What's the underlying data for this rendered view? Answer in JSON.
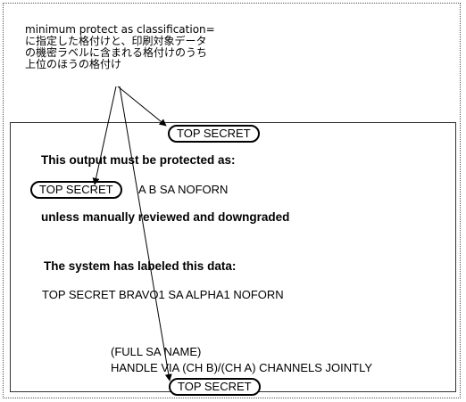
{
  "annotation": {
    "lines": [
      "minimum protect as classification=",
      "に指定した格付けと、印刷対象データ",
      "の機密ラベルに含まれる格付けのうち",
      "上位のほうの格付け"
    ]
  },
  "banner": {
    "top_label": "TOP SECRET",
    "bottom_label": "TOP SECRET"
  },
  "body": {
    "protect_heading": "This output must be protected as:",
    "protect_level": "TOP SECRET",
    "protect_caveats": "A B SA NOFORN",
    "review_note": "unless manually reviewed and downgraded",
    "label_heading": "The system has labeled this data:",
    "label_value": "TOP SECRET BRAVO1 SA ALPHA1 NOFORN",
    "sa_name": "(FULL SA NAME)",
    "handling": "HANDLE VIA (CH B)/(CH A) CHANNELS JOINTLY"
  }
}
